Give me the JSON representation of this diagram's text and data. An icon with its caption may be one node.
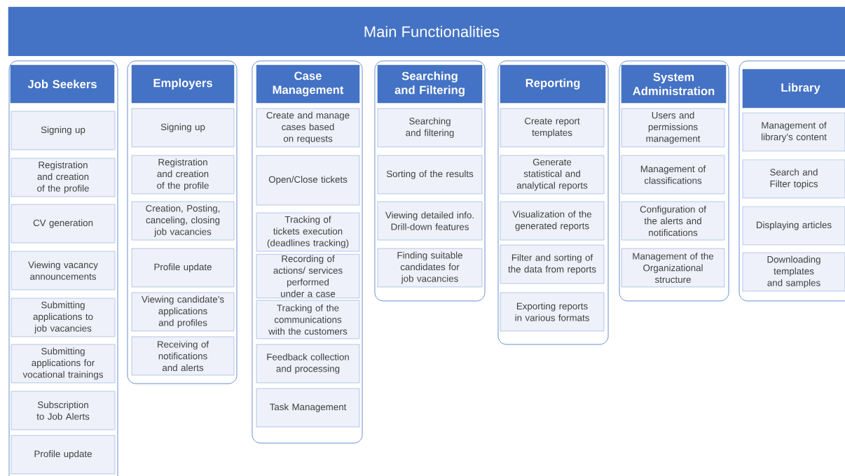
{
  "diagram": {
    "nodes": [
      {
        "text": [
          "Main Functionalities"
        ]
      },
      {
        "text": [
          "Job Seekers"
        ]
      },
      {
        "text": [
          "Signing up"
        ],
        "in": 1
      },
      {
        "text": [
          "Registration and creation of the profile"
        ],
        "in": 1
      },
      {
        "text": [
          "CV generation"
        ],
        "in": 1
      },
      {
        "text": [
          "Viewing vacancy announcements"
        ],
        "in": 1
      },
      {
        "text": [
          "Submitting applications to job vacancies"
        ],
        "in": 1
      },
      {
        "text": [
          "Submitting applications for vocational trainings"
        ],
        "in": 1
      },
      {
        "text": [
          "Subscription to Job Alerts"
        ],
        "in": 1
      },
      {
        "text": [
          "Profile update"
        ],
        "in": 1
      },
      {
        "text": [
          "Employers"
        ]
      },
      {
        "text": [
          "Signing up"
        ],
        "in": 10
      },
      {
        "text": [
          "Registration and creation of the profile"
        ],
        "in": 10
      },
      {
        "text": [
          "Creation, Posting, canceling, closing job vacancies"
        ],
        "in": 10
      },
      {
        "text": [
          "Profile update"
        ],
        "in": 10
      },
      {
        "text": [
          "Viewing candidate’s applications and profiles"
        ],
        "in": 10
      },
      {
        "text": [
          "Receiving of notifications and alerts"
        ],
        "in": 10
      },
      {
        "text": [
          "Case Management"
        ]
      },
      {
        "text": [
          "Create and manage cases based on requests"
        ],
        "in": 17
      },
      {
        "text": [
          "Open/Close tickets"
        ],
        "in": 17
      },
      {
        "text": [
          "Tracking of tickets execution (deadlines tracking)"
        ],
        "in": 17
      },
      {
        "text": [
          "Recording of actions/ services performed under a case"
        ],
        "in": 17
      },
      {
        "text": [
          "Tracking of the communications with the customers"
        ],
        "in": 17
      },
      {
        "text": [
          "Feedback collection and processing"
        ],
        "in": 17
      },
      {
        "text": [
          "Task Management"
        ],
        "in": 17
      },
      {
        "text": [
          "Searching and Filtering"
        ]
      },
      {
        "text": [
          "Searching and filtering"
        ],
        "in": 25
      },
      {
        "text": [
          "Sorting of the results"
        ],
        "in": 25
      },
      {
        "text": [
          "Viewing detailed info. Drill-down features"
        ],
        "in": 25
      },
      {
        "text": [
          "Finding suitable candidates for job vacancies"
        ],
        "in": 25
      },
      {
        "text": [
          "Reporting"
        ]
      },
      {
        "text": [
          "Create report templates"
        ],
        "in": 30
      },
      {
        "text": [
          "Generate statistical and analytical reports"
        ],
        "in": 30
      },
      {
        "text": [
          "Visualization of the generated reports"
        ],
        "in": 30
      },
      {
        "text": [
          "Filter and sorting of the data from reports"
        ],
        "in": 30
      },
      {
        "text": [
          "Exporting reports in various formats"
        ],
        "in": 30
      },
      {
        "text": [
          "System Administration"
        ]
      },
      {
        "text": [
          "Users and permissions management"
        ],
        "in": 36
      },
      {
        "text": [
          "Management of classifications"
        ],
        "in": 36
      },
      {
        "text": [
          "Configuration of the alerts and notifications"
        ],
        "in": 36
      },
      {
        "text": [
          "Management of the Organizational structure"
        ],
        "in": 36
      },
      {
        "text": [
          "Library"
        ]
      },
      {
        "text": [
          "Management of library’s content"
        ],
        "in": 41
      },
      {
        "text": [
          "Search and Filter topics"
        ],
        "in": 41
      },
      {
        "text": [
          "Displaying articles"
        ],
        "in": 41
      },
      {
        "text": [
          "Downloading templates and samples"
        ],
        "in": 41
      }
    ]
  }
}
